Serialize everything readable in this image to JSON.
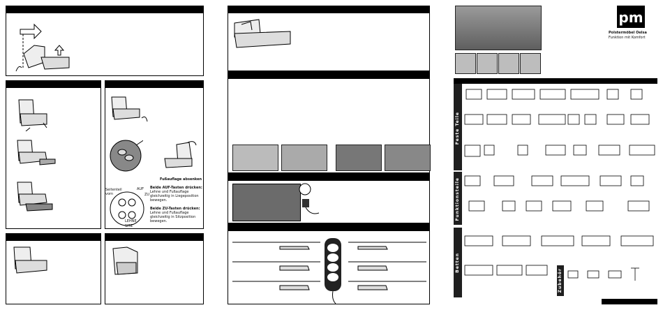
{
  "brand": {
    "name": "Polstermöbel Oelsa",
    "tagline": "Funktion mit Komfort"
  },
  "fusshebel": {
    "label": "Fußauflage absenken"
  },
  "legend": {
    "seitenteil": "Seitenteil",
    "vorn": "vorn",
    "auf": "AUF",
    "zu": "ZU",
    "lehne": "LEHNE",
    "sitz": "SITZ"
  },
  "instructions": {
    "auf_title": "Beide AUF-Tasten drücken:",
    "auf_text": "Lehne und Fußauflage gleichzeitig in Liegeposition bewegen.",
    "zu_title": "Beide ZU-Tasten drücken:",
    "zu_text": "Lehne und Fußauflage gleichzeitig in Sitzposition bewegen."
  },
  "categories": {
    "feste_teile": "Feste Teile",
    "funktionsteile": "Funktionsteile",
    "betten": "Betten",
    "zubehoer": "Zubehör"
  },
  "colors": {
    "bar": "#000000",
    "photo": "#7a7a7a"
  }
}
